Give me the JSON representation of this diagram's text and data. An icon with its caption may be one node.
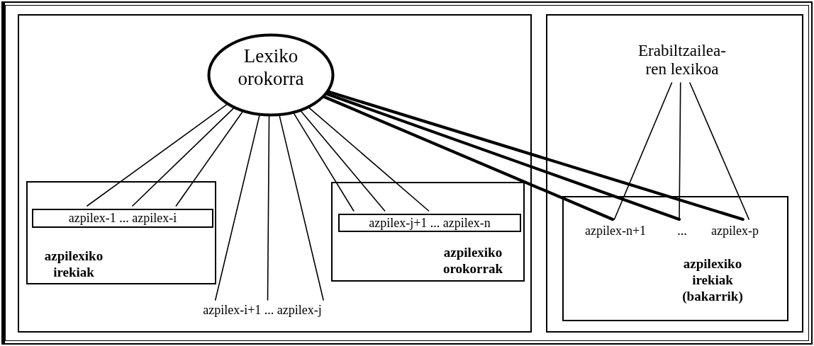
{
  "diagram": {
    "nodes": [
      {
        "text": [],
        "shape": "box"
      },
      {
        "text": [
          "Lexiko orokorra"
        ],
        "in": 0
      },
      {
        "text": [
          "azpilexiko irekiak"
        ],
        "in": 0
      },
      {
        "text": [
          "azpilex-1 ... azpilex-i"
        ],
        "in": 2
      },
      {
        "text": [
          "azpilex-i+1 ... azpilex-j"
        ],
        "in": 0
      },
      {
        "text": [
          "azpilexiko orokorrak"
        ],
        "in": 0
      },
      {
        "text": [
          "azpilex-j+1 ... azpilex-n"
        ],
        "in": 5
      },
      {
        "text": [],
        "shape": "box"
      },
      {
        "text": [
          "Erabiltzailea- ren lexikoa"
        ],
        "in": 7
      },
      {
        "text": [
          "azpilexiko irekiak (bakarrik)"
        ],
        "in": 7
      },
      {
        "text": [
          "azpilex-n+1"
        ],
        "in": 9
      },
      {
        "text": [
          "..."
        ],
        "in": 9
      },
      {
        "text": [
          "azpilex-p"
        ],
        "in": 9
      }
    ],
    "edges": [
      {
        "from": 1,
        "to": 3,
        "arrow": "none"
      },
      {
        "from": 1,
        "to": 3,
        "arrow": "none"
      },
      {
        "from": 1,
        "to": 3,
        "arrow": "none"
      },
      {
        "from": 1,
        "to": 4,
        "arrow": "none"
      },
      {
        "from": 1,
        "to": 4,
        "arrow": "none"
      },
      {
        "from": 1,
        "to": 4,
        "arrow": "none"
      },
      {
        "from": 1,
        "to": 6,
        "arrow": "none"
      },
      {
        "from": 1,
        "to": 6,
        "arrow": "none"
      },
      {
        "from": 1,
        "to": 6,
        "arrow": "none"
      },
      {
        "from": 1,
        "to": 10,
        "arrow": "none",
        "style": "thick"
      },
      {
        "from": 1,
        "to": 11,
        "arrow": "none",
        "style": "thick"
      },
      {
        "from": 1,
        "to": 12,
        "arrow": "none",
        "style": "thick"
      },
      {
        "from": 8,
        "to": 10,
        "arrow": "none"
      },
      {
        "from": 8,
        "to": 11,
        "arrow": "none"
      },
      {
        "from": 8,
        "to": 12,
        "arrow": "none"
      }
    ]
  }
}
